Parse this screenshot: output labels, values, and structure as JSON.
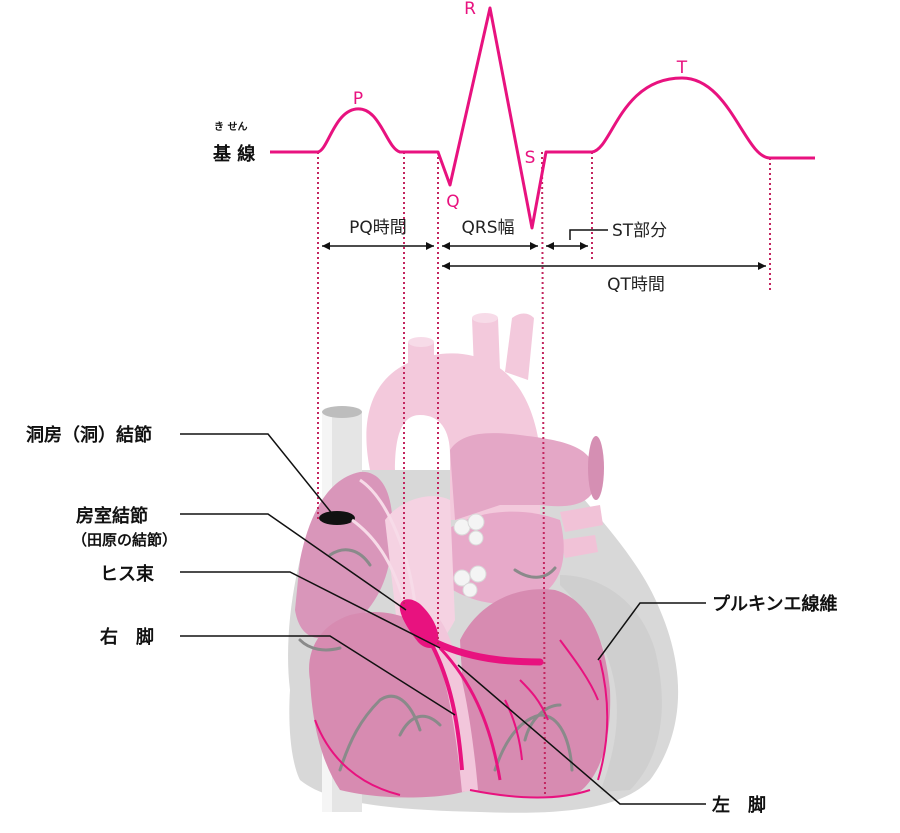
{
  "ecg": {
    "baseline_ruby": "き せん",
    "baseline_label": "基 線",
    "waves": {
      "p": "P",
      "q": "Q",
      "r": "R",
      "s": "S",
      "t": "T"
    },
    "intervals": {
      "pq": "PQ時間",
      "qrs": "QRS幅",
      "st": "ST部分",
      "qt": "QT時間"
    },
    "color": "#e8127f"
  },
  "heart": {
    "labels": {
      "sa_node": "洞房（洞）結節",
      "av_node": "房室結節",
      "av_node_alt": "（田原の結節）",
      "his_bundle": "ヒス束",
      "right_branch": "右　脚",
      "purkinje": "プルキンエ線維",
      "left_branch": "左　脚"
    },
    "colors": {
      "tissue": "#f2c6db",
      "chamber": "#d88bb0",
      "conduction": "#e8127f",
      "pericardium": "#d6d6d6"
    }
  }
}
